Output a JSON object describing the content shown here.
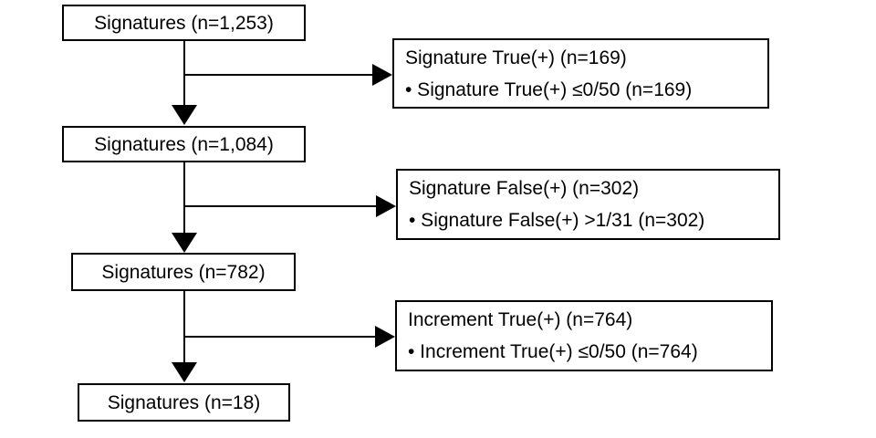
{
  "diagram": {
    "type": "flowchart",
    "colors": {
      "background": "#ffffff",
      "line": "#000000",
      "box_border": "#000000",
      "box_fill": "#ffffff",
      "text": "#000000"
    },
    "flow_boxes": [
      {
        "label": "Signatures (n=1,253)"
      },
      {
        "label": "Signatures (n=1,084)"
      },
      {
        "label": "Signatures (n=782)"
      },
      {
        "label": "Signatures (n=18)"
      }
    ],
    "exclusion_boxes": [
      {
        "title": "Signature True(+) (n=169)",
        "bullet": "• Signature True(+) ≤0/50 (n=169)"
      },
      {
        "title": "Signature False(+) (n=302)",
        "bullet": "• Signature False(+) >1/31 (n=302)"
      },
      {
        "title": "Increment True(+) (n=764)",
        "bullet": "• Increment True(+) ≤0/50 (n=764)"
      }
    ]
  }
}
